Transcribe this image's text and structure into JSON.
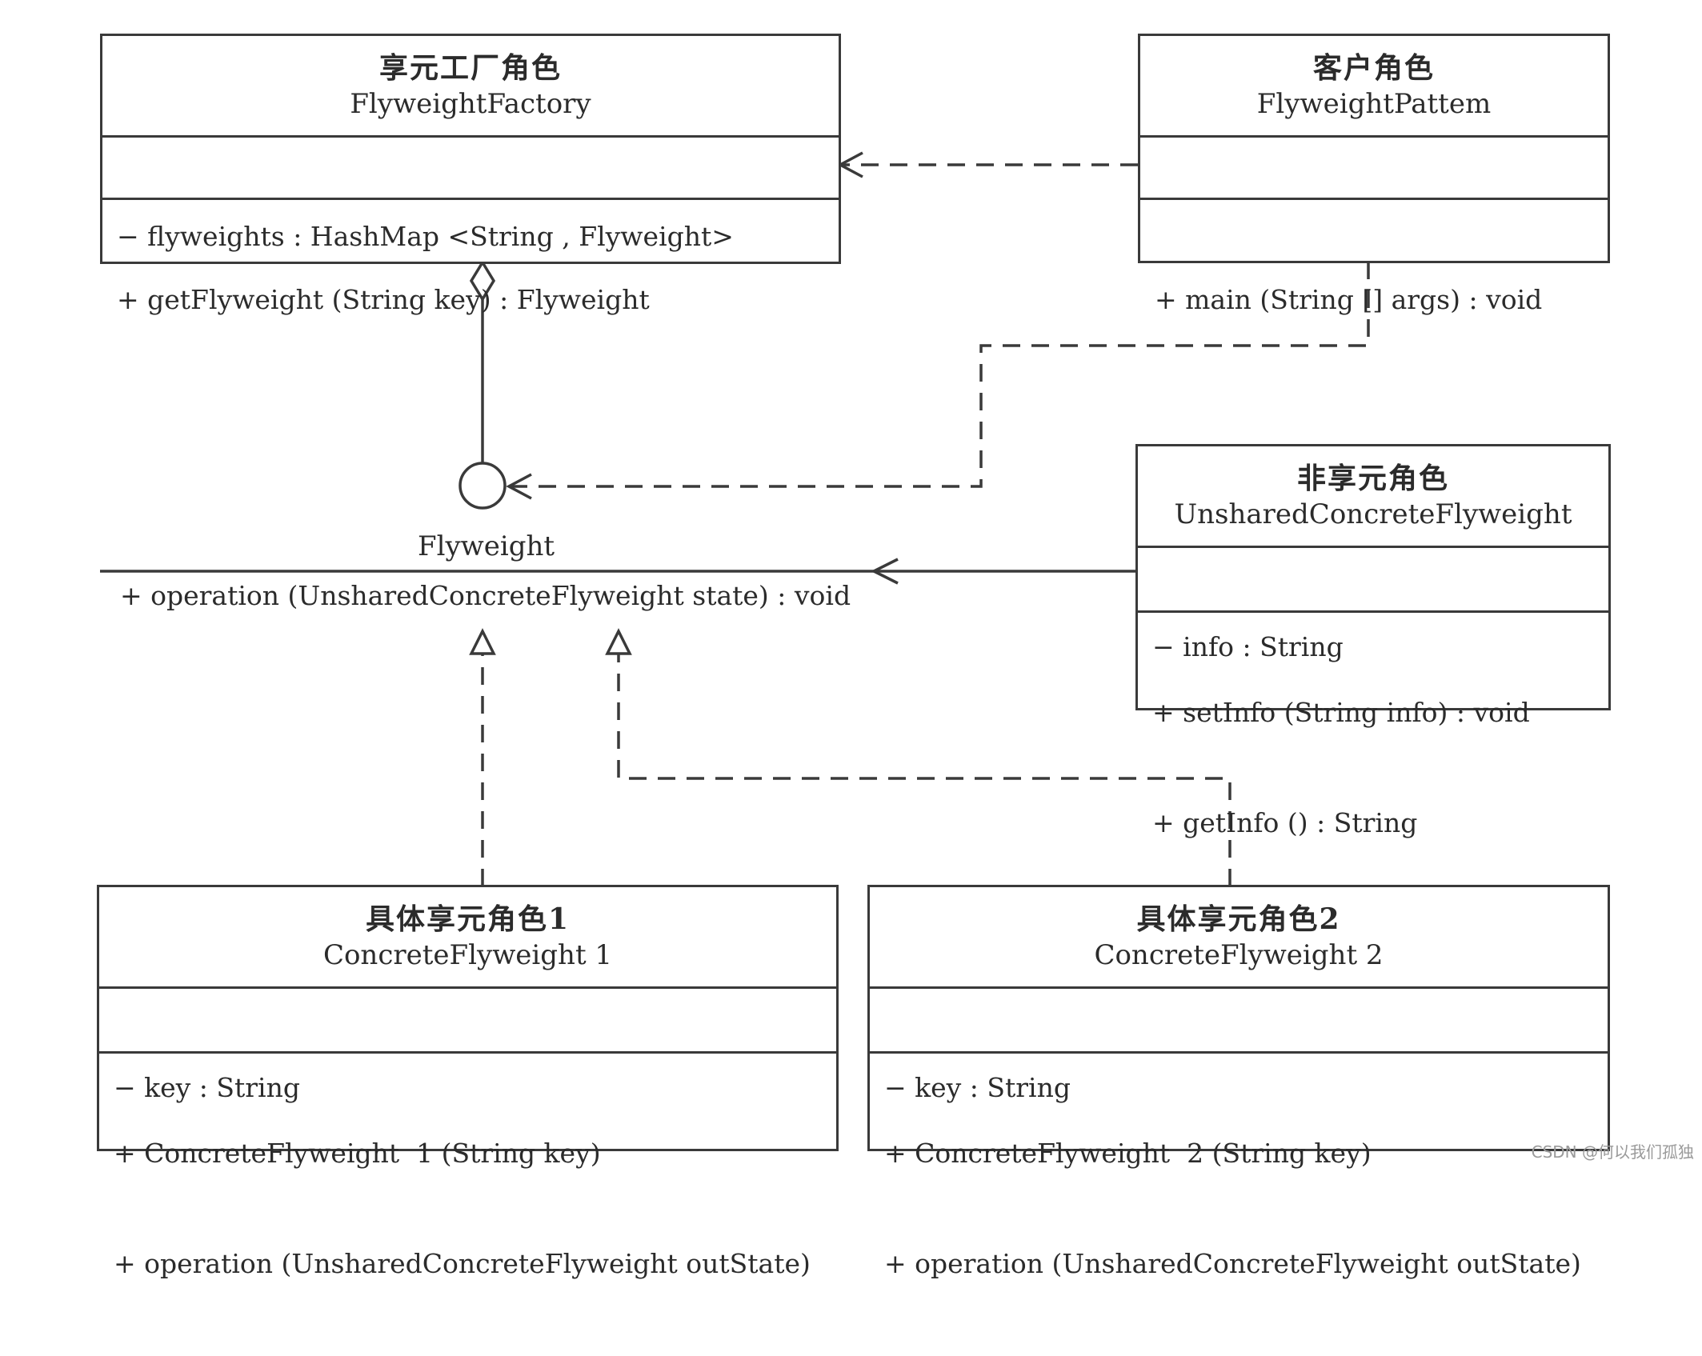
{
  "classes": {
    "factory": {
      "role": "享元工厂角色",
      "name": "FlyweightFactory",
      "attributes": [
        "− flyweights : HashMap <String , Flyweight>"
      ],
      "operations": [
        "+ getFlyweight (String key) : Flyweight"
      ]
    },
    "client": {
      "role": "客户角色",
      "name": "FlyweightPattem",
      "attributes": [],
      "operations": [
        "+ main (String [] args) : void"
      ]
    },
    "unshared": {
      "role": "非享元角色",
      "name": "UnsharedConcreteFlyweight",
      "attributes": [
        "− info : String"
      ],
      "operations": [
        "+ setInfo (String info) : void",
        "+ getInfo () : String"
      ]
    },
    "concrete1": {
      "role": "具体享元角色1",
      "name": "ConcreteFlyweight  1",
      "attributes": [
        "− key : String"
      ],
      "operations": [
        "+ ConcreteFlyweight  1 (String key)",
        "+ operation (UnsharedConcreteFlyweight outState)"
      ]
    },
    "concrete2": {
      "role": "具体享元角色2",
      "name": "ConcreteFlyweight  2",
      "attributes": [
        "− key : String"
      ],
      "operations": [
        "+ ConcreteFlyweight  2 (String key)",
        "+ operation (UnsharedConcreteFlyweight outState)"
      ]
    }
  },
  "interface": {
    "name": "Flyweight",
    "operation": "+ operation (UnsharedConcreteFlyweight state) : void"
  },
  "watermark": "CSDN @何以我们孤独",
  "colors": {
    "line": "#3a3a3a",
    "text": "#2b2b2b",
    "background": "#ffffff"
  }
}
